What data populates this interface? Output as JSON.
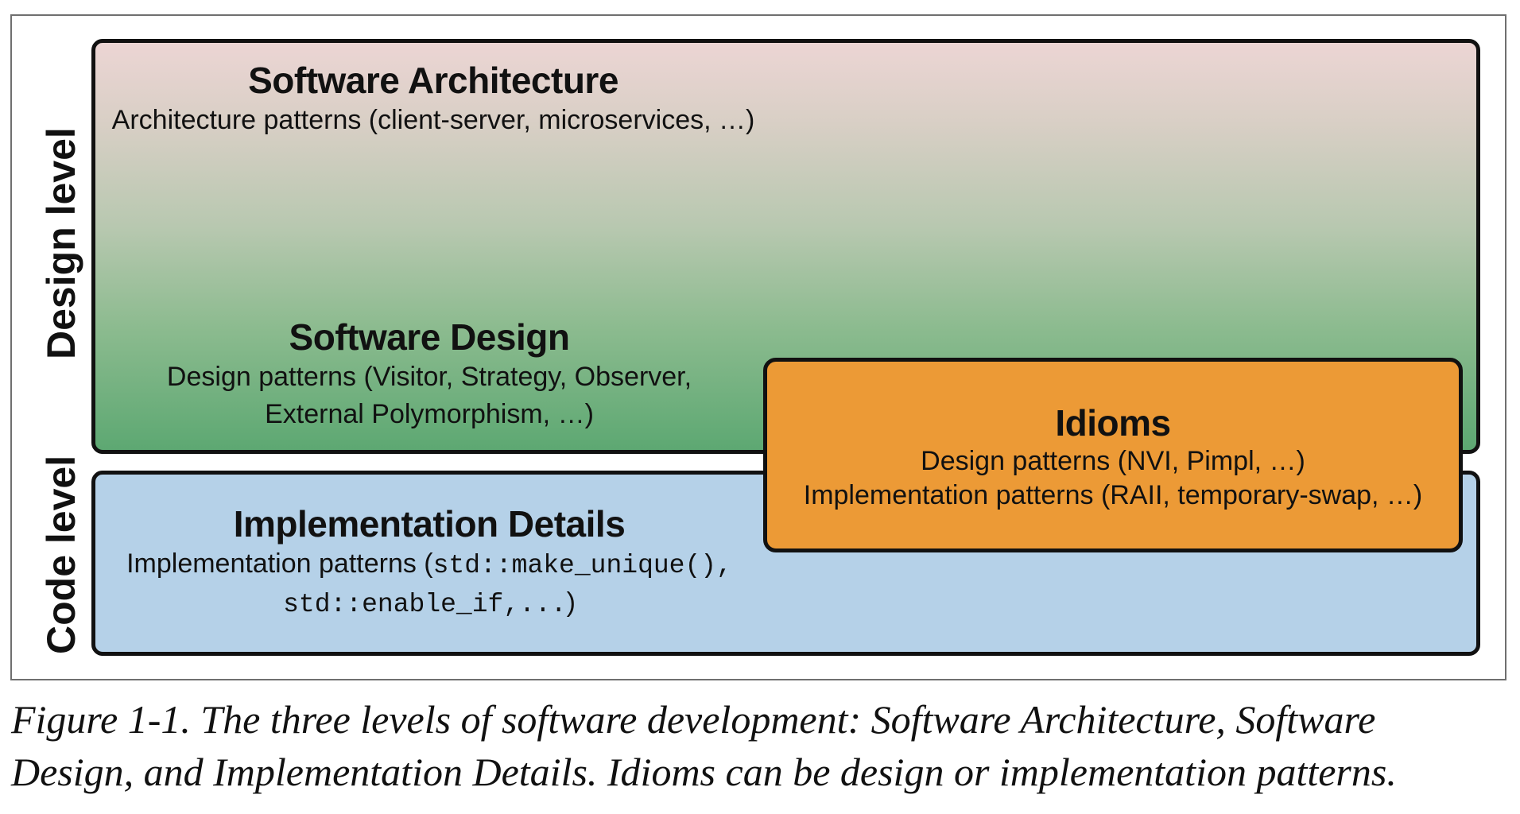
{
  "side_labels": {
    "design": "Design level",
    "code": "Code level"
  },
  "software_architecture": {
    "title": "Software Architecture",
    "description": "Architecture patterns (client-server, microservices, …)"
  },
  "software_design": {
    "title": "Software Design",
    "description_line1": "Design patterns (Visitor, Strategy, Observer,",
    "description_line2": "External Polymorphism, …)"
  },
  "idioms": {
    "title": "Idioms",
    "line1": "Design patterns (NVI, Pimpl, …)",
    "line2": "Implementation patterns (RAII, temporary-swap, …)"
  },
  "implementation_details": {
    "title": "Implementation Details",
    "line1_text": "Implementation patterns (",
    "line1_code": "std::make_unique(),",
    "line2_code": "std::enable_if,...",
    "line2_tail": ")"
  },
  "caption": {
    "line1": "Figure 1-1. The three levels of software development: Software Architecture, Software",
    "line2": "Design, and Implementation Details. Idioms can be design or implementation patterns."
  },
  "colors": {
    "architecture_top": "#ecd5d4",
    "design_bottom": "#5da872",
    "code_level": "#b5d1e8",
    "idioms": "#ec9a36",
    "border": "#111111"
  }
}
